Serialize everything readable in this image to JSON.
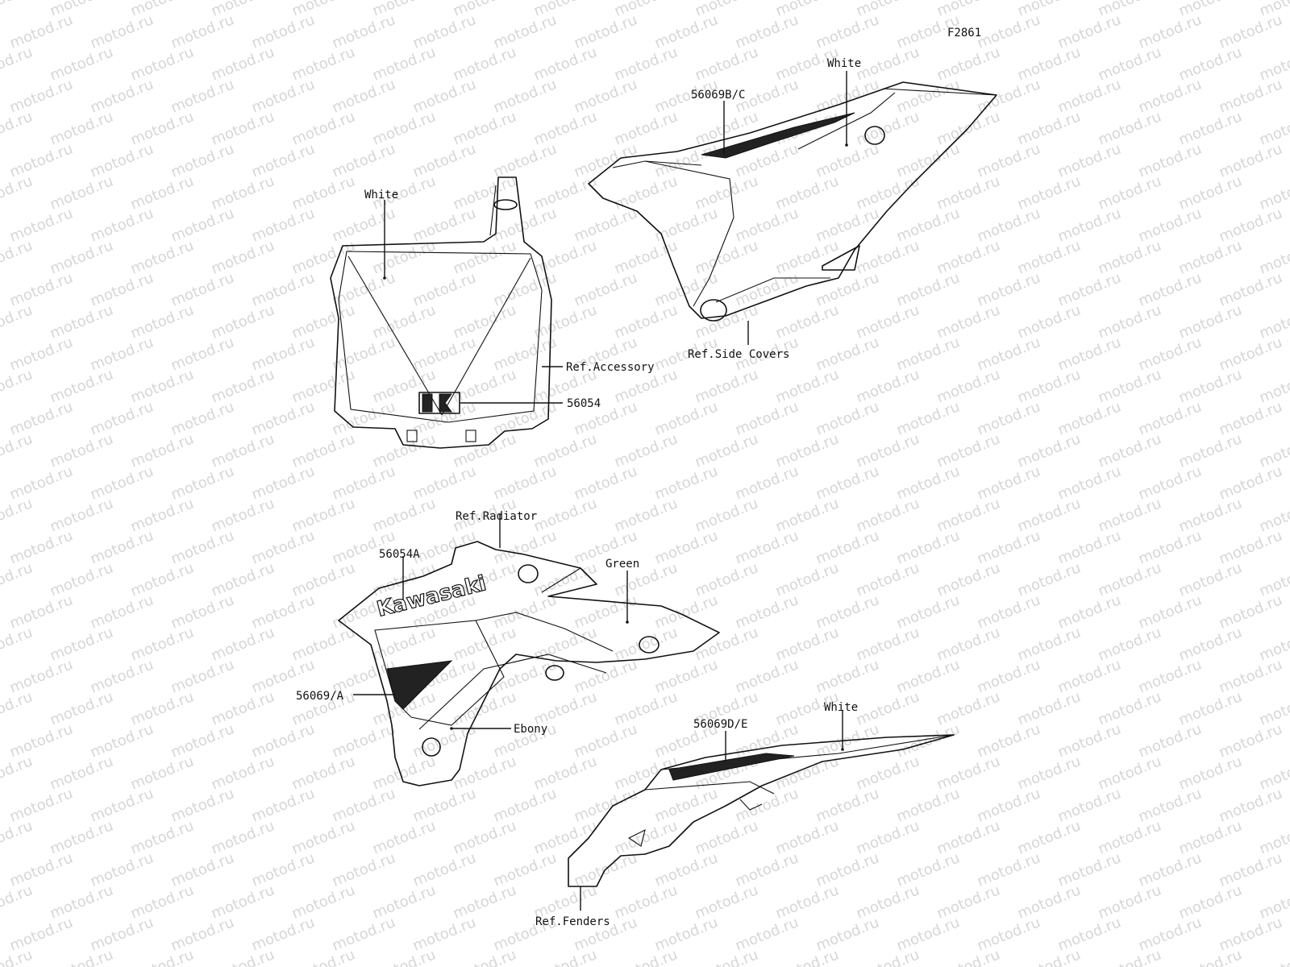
{
  "figure_code": "F2861",
  "watermark": "motod.ru",
  "logo_text": "Kawasaki",
  "labels": {
    "white_side_cover": "White",
    "part_56069bc": "56069B/C",
    "ref_side_covers": "Ref.Side Covers",
    "white_number_plate": "White",
    "ref_accessory": "Ref.Accessory",
    "part_56054": "56054",
    "ref_radiator": "Ref.Radiator",
    "part_56054a": "56054A",
    "green": "Green",
    "part_56069a": "56069/A",
    "ebony": "Ebony",
    "white_fender": "White",
    "part_56069de": "56069D/E",
    "ref_fenders": "Ref.Fenders"
  }
}
